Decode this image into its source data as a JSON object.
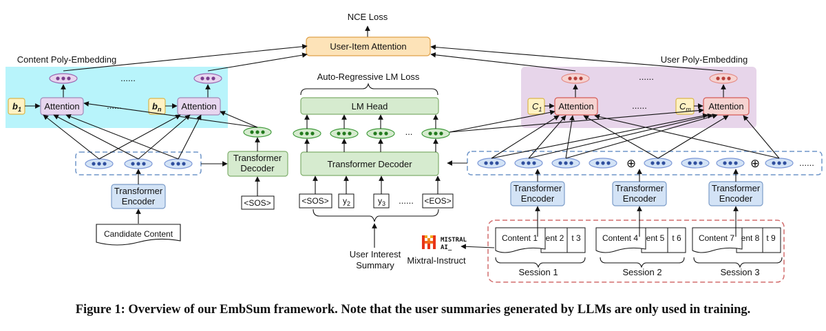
{
  "labels": {
    "nce_loss": "NCE Loss",
    "user_item_attention": "User-Item Attention",
    "content_poly_embedding": "Content Poly-Embedding",
    "user_poly_embedding": "User Poly-Embedding",
    "ar_loss": "Auto-Regressive LM Loss",
    "lm_head": "LM Head",
    "transformer_decoder": "Transformer Decoder",
    "transformer": "Transformer",
    "decoder": "Decoder",
    "encoder": "Encoder",
    "attention": "Attention",
    "dots": "......",
    "sos": "<SOS>",
    "eos": "<EOS>",
    "candidate_content": "Candidate Content",
    "user_interest": "User Interest",
    "summary": "Summary",
    "mixtral": "Mixtral-Instruct",
    "mistral_l1": "MISTRAL",
    "mistral_l2": "AI_",
    "b1": "b",
    "b1_sub": "1",
    "bn": "b",
    "bn_sub": "n",
    "c1": "C",
    "c1_sub": "1",
    "cm": "C",
    "cm_sub": "m",
    "y2": "y",
    "y2_sub": "2",
    "y3": "y",
    "y3_sub": "3",
    "session1": "Session 1",
    "session2": "Session 2",
    "session3": "Session 3",
    "c1a": "Content 1",
    "c1b": "ent 2",
    "c1c": "t 3",
    "c2a": "Content 4",
    "c2b": "ent 5",
    "c2c": "t 6",
    "c3a": "Content 7",
    "c3b": "ent 8",
    "c3c": "t 9",
    "plus": "⊕",
    "ellipsis_sm": "...",
    "ellipsis_row": "......"
  },
  "caption": "Figure 1: Overview of our EmbSum framework. Note that the user summaries generated by LLMs are only used in training.",
  "colors": {
    "orange_fill": "#fde3b8",
    "orange_stroke": "#e0a24a",
    "cyan_region": "#b8f4fb",
    "purple_region": "#e7d5ea",
    "attn_purple_fill": "#e7d6ef",
    "attn_purple_stroke": "#a389b8",
    "attn_red_fill": "#f6d3d1",
    "attn_red_stroke": "#d55b56",
    "yellow_fill": "#fff2c4",
    "yellow_stroke": "#d9b64a",
    "green_fill": "#d6ebcf",
    "green_stroke": "#7fae6c",
    "blue_fill": "#d3e3f6",
    "blue_stroke": "#7b9cc8",
    "dash_blue": "#6f95c9",
    "dash_red": "#d26d6d",
    "oval_purple": "#9b66b0",
    "oval_red": "#e58d87",
    "oval_green": "#3f9a3a",
    "oval_blue": "#7a96d6"
  }
}
